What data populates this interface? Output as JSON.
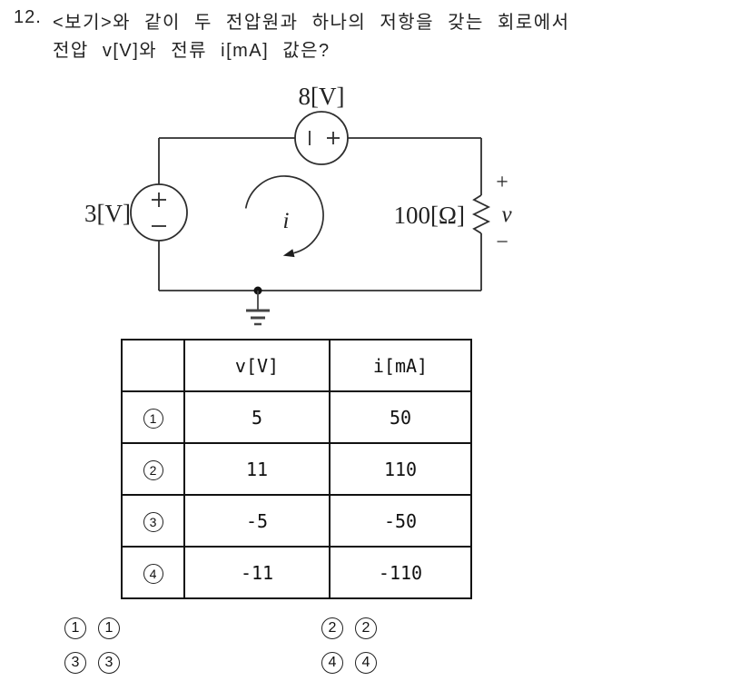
{
  "question": {
    "number": "12.",
    "line1": "<보기>와 같이 두 전압원과 하나의 저항을 갖는 회로에서",
    "line2": "전압 v[V]와 전류 i[mA] 값은?"
  },
  "circuit": {
    "top_source_label": "8[V]",
    "left_source_label": "3[V]",
    "resistor_label": "100[Ω]",
    "resistor_plus": "+",
    "resistor_voltage": "v",
    "resistor_minus": "−",
    "loop_current_label": "i"
  },
  "table": {
    "headers": {
      "option": "",
      "v": "v[V]",
      "i": "i[mA]"
    },
    "rows": [
      {
        "num": "1",
        "v": "5",
        "i": "50"
      },
      {
        "num": "2",
        "v": "11",
        "i": "110"
      },
      {
        "num": "3",
        "v": "-5",
        "i": "-50"
      },
      {
        "num": "4",
        "v": "-11",
        "i": "-110"
      }
    ]
  },
  "choices": [
    {
      "label": "1",
      "value": "1"
    },
    {
      "label": "2",
      "value": "2"
    },
    {
      "label": "3",
      "value": "3"
    },
    {
      "label": "4",
      "value": "4"
    }
  ]
}
